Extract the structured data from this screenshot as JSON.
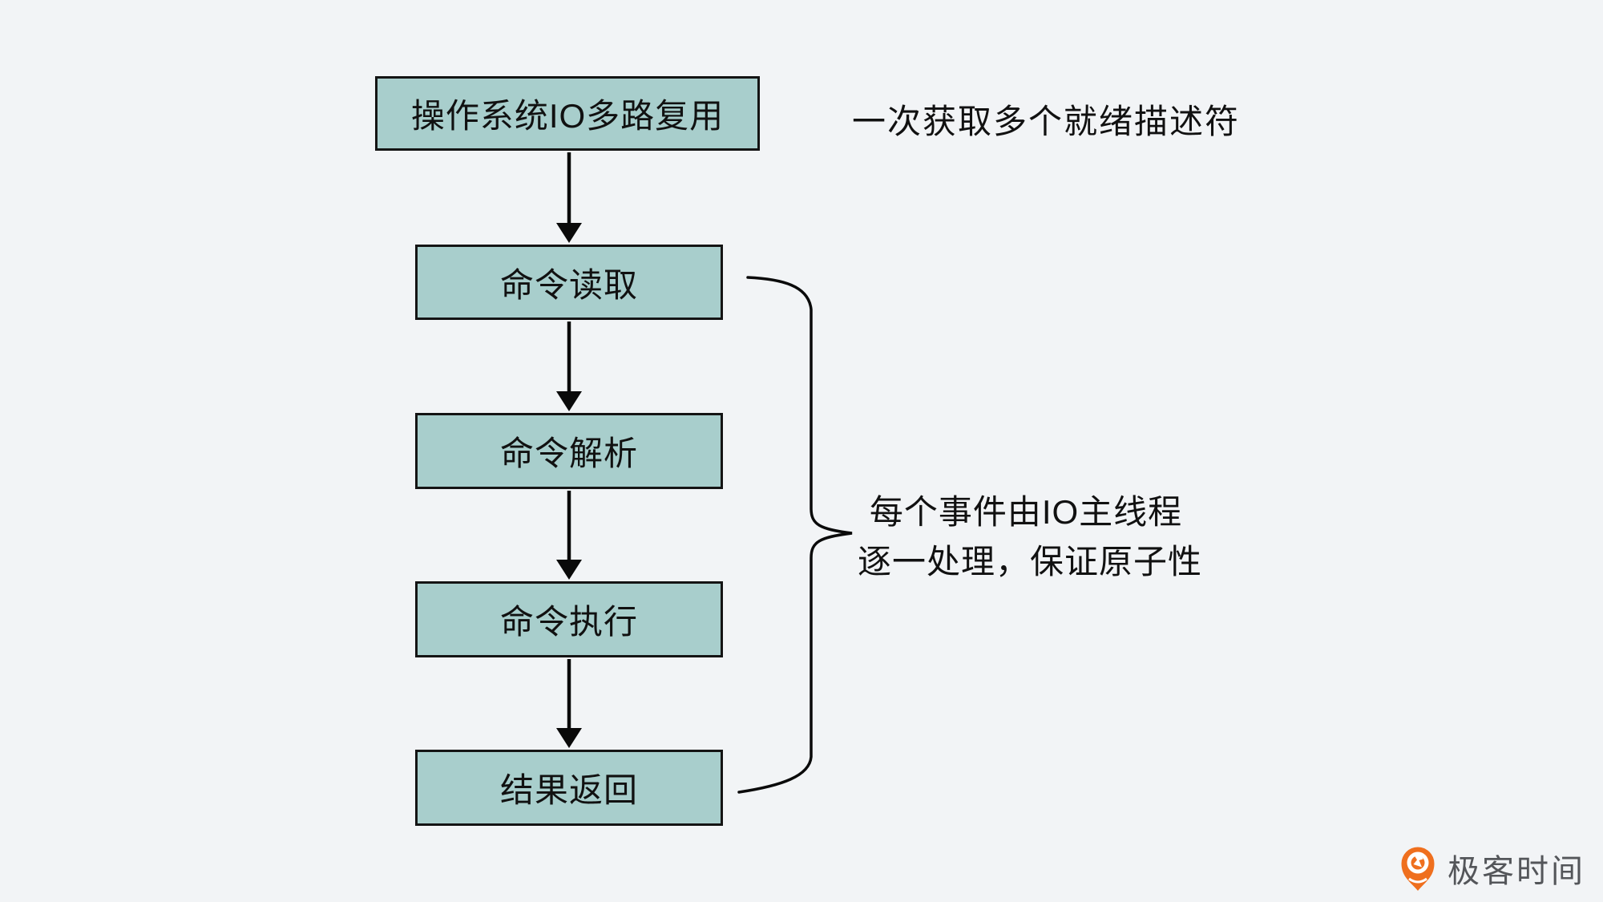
{
  "diagram": {
    "title_box": {
      "label": "操作系统IO多路复用"
    },
    "steps": [
      {
        "label": "命令读取"
      },
      {
        "label": "命令解析"
      },
      {
        "label": "命令执行"
      },
      {
        "label": "结果返回"
      }
    ],
    "annotations": {
      "multiplex_note": "一次获取多个就绪描述符",
      "brace_note_line1": "每个事件由IO主线程",
      "brace_note_line2": "逐一处理，保证原子性"
    },
    "colors": {
      "background": "#f2f4f6",
      "box_fill": "#a8cecc",
      "box_border": "#141414",
      "line": "#0a0a0a",
      "text": "#111111"
    }
  },
  "branding": {
    "logo_text": "极客时间",
    "logo_icon": "geektime-pin-icon",
    "logo_color": "#ef6f1e",
    "logo_text_color": "#54565a"
  }
}
